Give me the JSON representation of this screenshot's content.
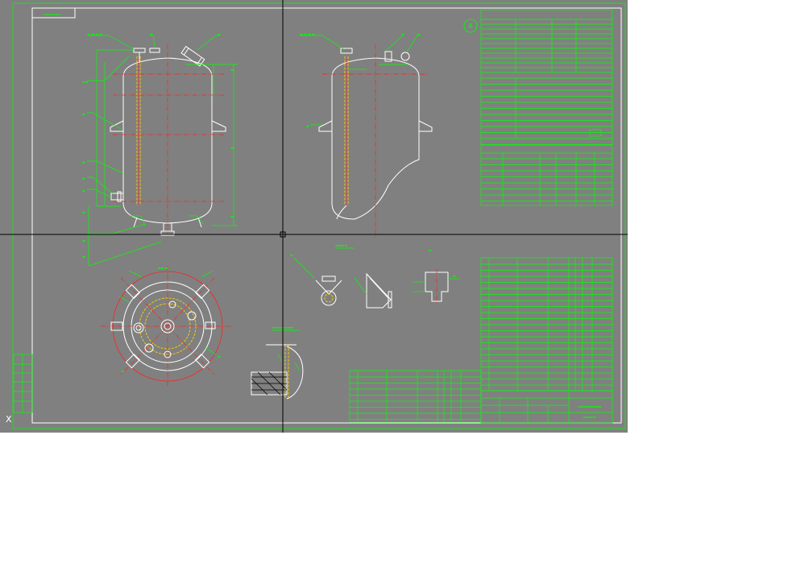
{
  "viewport": {
    "background_color": "#808080",
    "line_colors": {
      "outline": "#ffffff",
      "dimension": "#00ff00",
      "centerline": "#ff2020",
      "hidden": "#ffd000"
    }
  },
  "title_block": {
    "drawing_name": "",
    "drawing_number": ""
  },
  "crosshair": {
    "icon": "cad-crosshair-cursor"
  },
  "ucs_icon": {
    "symbol": "X"
  },
  "revision_symbol": {
    "letter": "A"
  }
}
